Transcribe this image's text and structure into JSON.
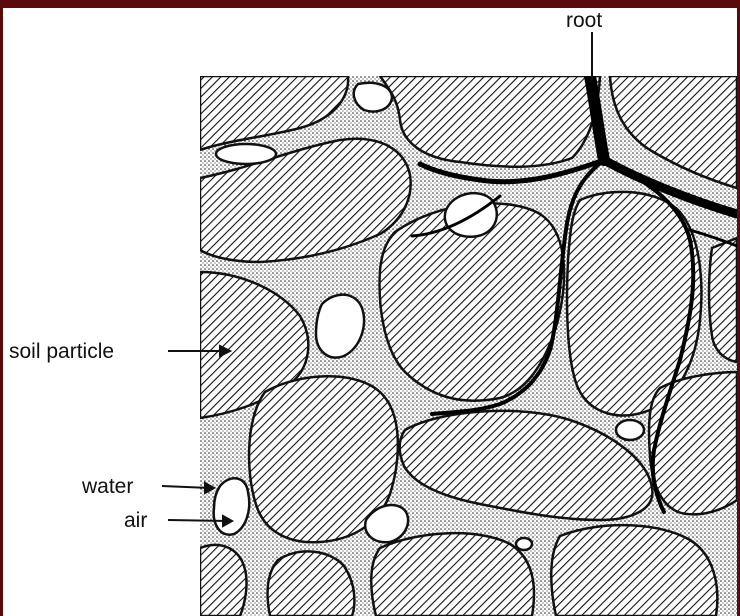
{
  "labels": {
    "root": "root",
    "soil_particle": "soil particle",
    "water": "water",
    "air": "air"
  },
  "colors": {
    "frame": "#5a0a0a",
    "background": "#ffffff",
    "ink": "#111111",
    "water_stipple": "#dcdcdc",
    "air": "#ffffff"
  }
}
